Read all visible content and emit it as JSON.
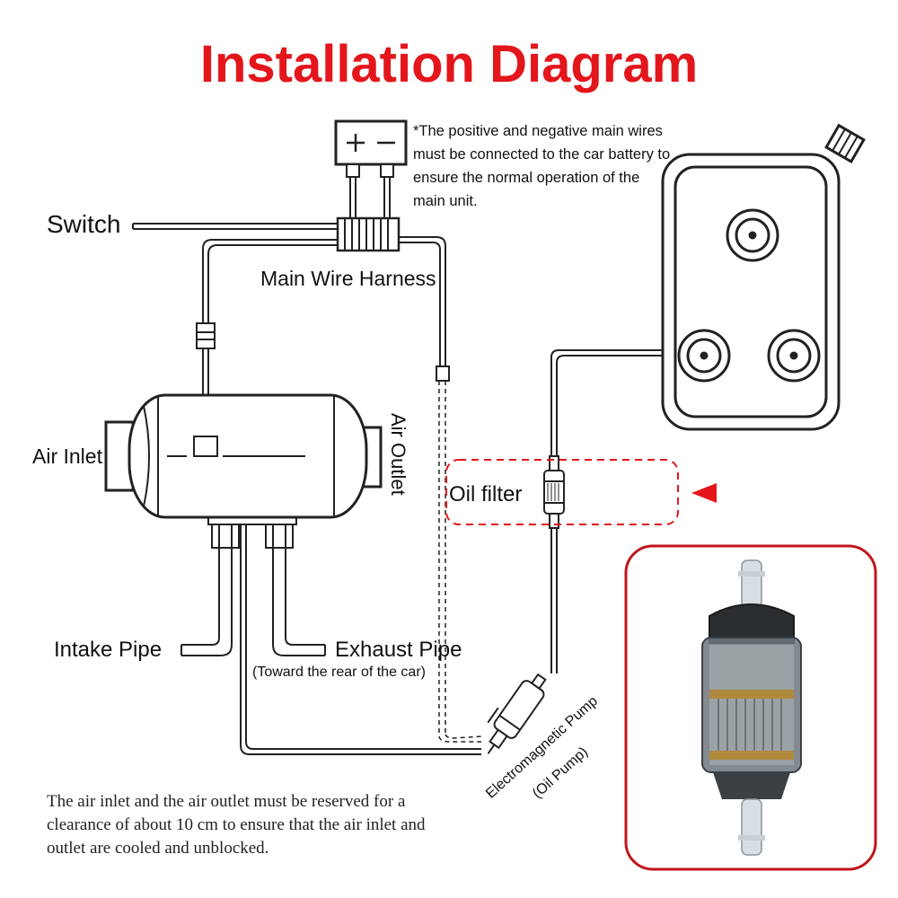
{
  "title": "Installation Diagram",
  "labels": {
    "switch": "Switch",
    "main_wire_harness": "Main Wire Harness",
    "air_inlet": "Air Inlet",
    "air_outlet": "Air Outlet",
    "oil_filter": "Oil filter",
    "intake_pipe": "Intake Pipe",
    "exhaust_pipe": "Exhaust Pipe",
    "exhaust_note": "(Toward the rear of the car)",
    "pump_line1": "Electromagnetic Pump",
    "pump_line2": "(Oil Pump)",
    "battery_symbol": "+ −"
  },
  "notes": {
    "battery_note": "*The positive and negative main wires must be connected to the car battery to ensure the normal operation of the main unit.",
    "clearance_note": "The air inlet and the air outlet must be reserved for a clearance of about 10 cm to ensure that the air inlet and outlet are cooled and unblocked."
  },
  "colors": {
    "accent": "#e3161c",
    "line": "#222222"
  }
}
